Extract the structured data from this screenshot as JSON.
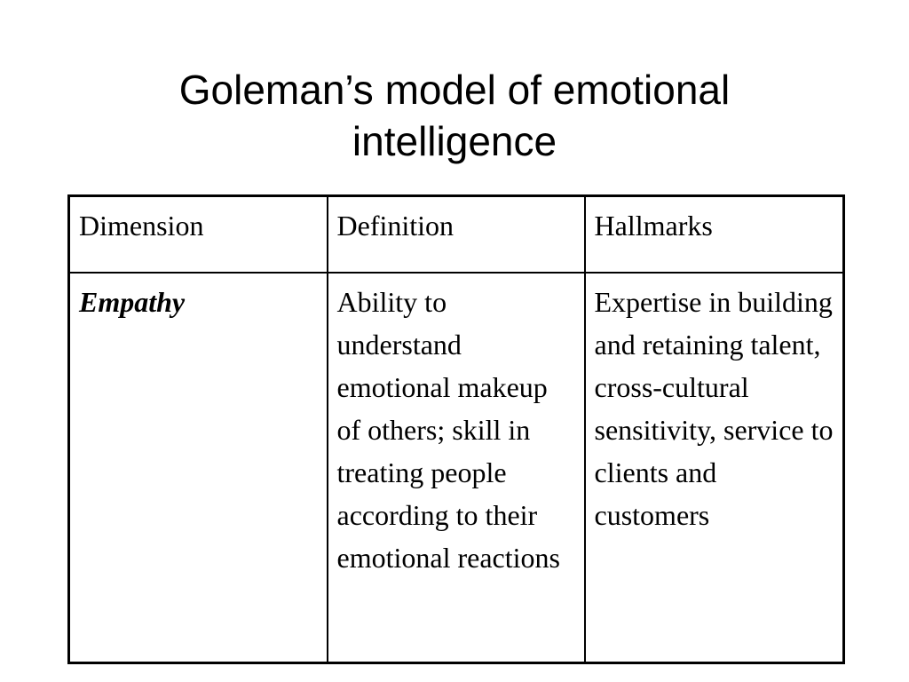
{
  "slide": {
    "title_line1": "Goleman’s model of emotional",
    "title_line2": "intelligence"
  },
  "table": {
    "headers": {
      "dimension": "Dimension",
      "definition": "Definition",
      "hallmarks": "Hallmarks"
    },
    "rows": [
      {
        "dimension": "Empathy",
        "definition": "Ability to understand emotional makeup of others; skill in treating people according to their emotional reactions",
        "hallmarks": "Expertise in building and retaining talent, cross-cultural sensitivity, service to clients and customers"
      }
    ]
  }
}
